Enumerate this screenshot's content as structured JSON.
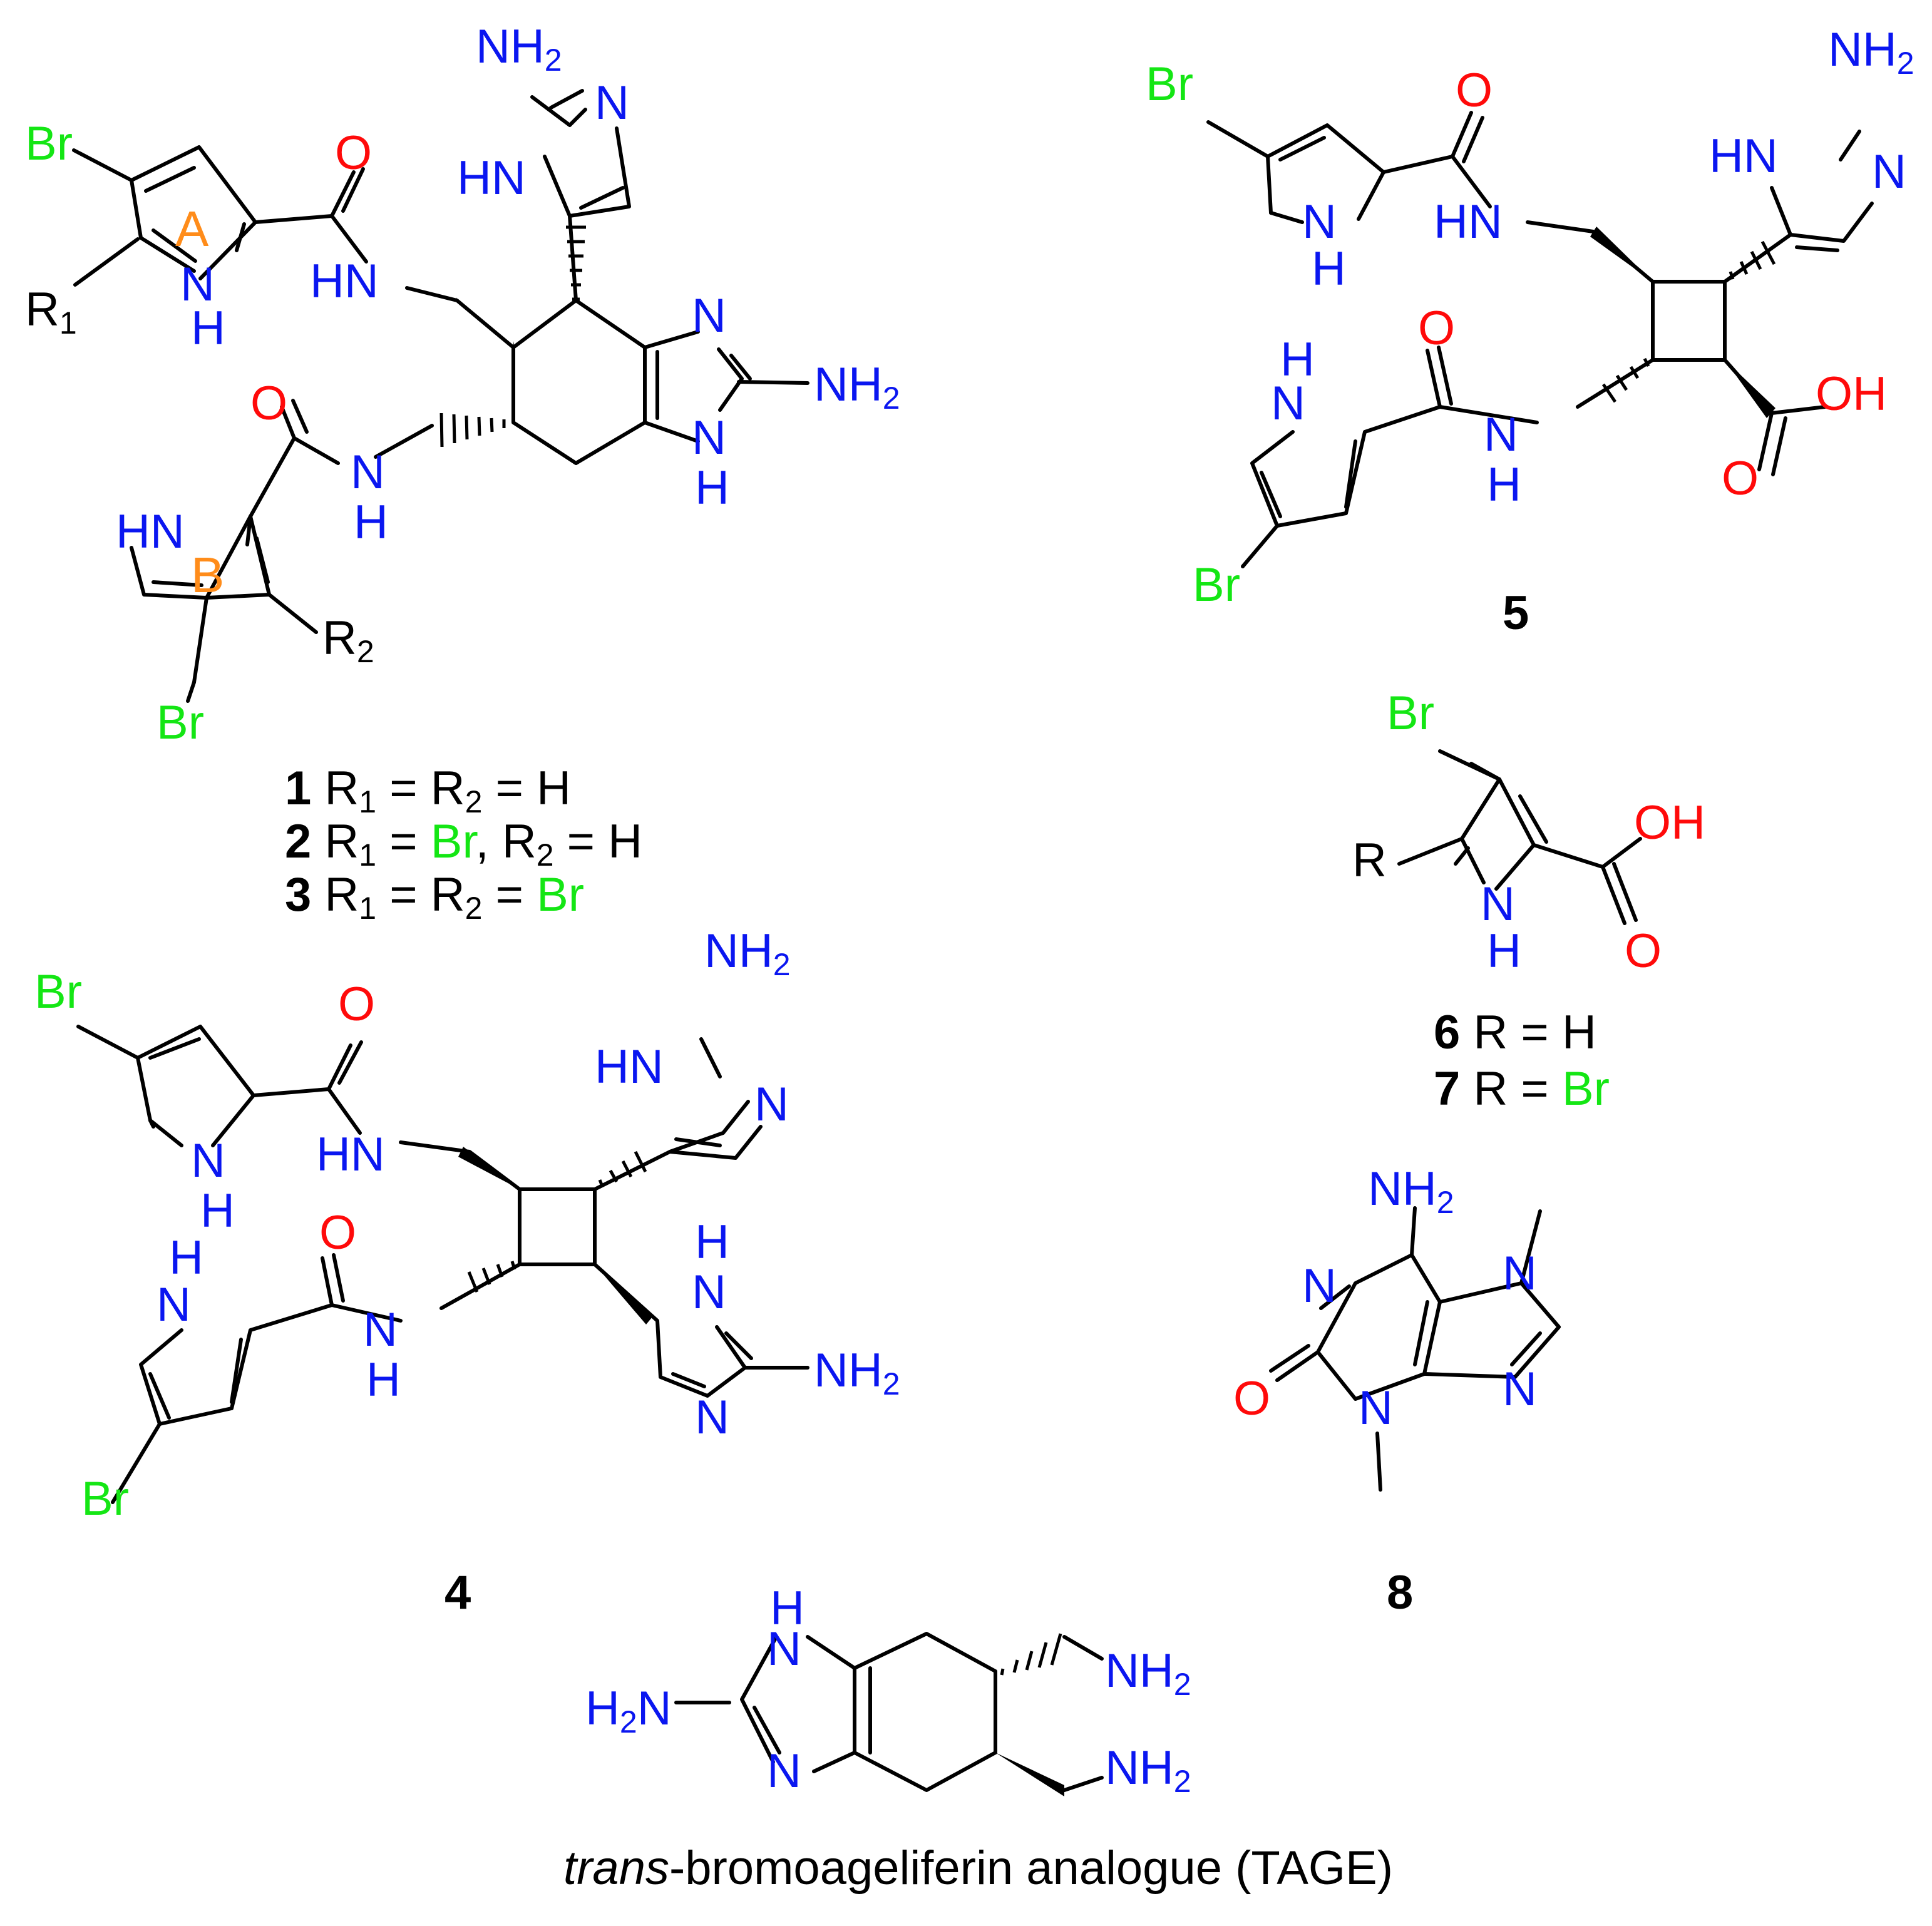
{
  "colors": {
    "nitrogen": "#0a16f0",
    "oxygen": "#ff0a0a",
    "bromine": "#14e614",
    "ring_label": "#ff8c1a",
    "bond": "#000000"
  },
  "atoms": {
    "br": "Br",
    "o": "O",
    "oh": "OH",
    "nh": "NH",
    "hn": "HN",
    "n": "N",
    "h": "H",
    "nh2": "NH",
    "h2n": "H",
    "r": "R",
    "sub2": "2",
    "sub1": "1"
  },
  "ring_labels": {
    "a": "A",
    "b": "B"
  },
  "compound_labels": {
    "c1": "1",
    "c2": "2",
    "c3": "3",
    "c4": "4",
    "c5": "5",
    "c6": "6",
    "c7": "7",
    "c8": "8"
  },
  "legend": {
    "eq": "=",
    "h": "H",
    "br": "Br",
    "comma": ","
  },
  "caption": {
    "italic": "trans",
    "rest": "-bromoageliferin analogue (TAGE)"
  }
}
